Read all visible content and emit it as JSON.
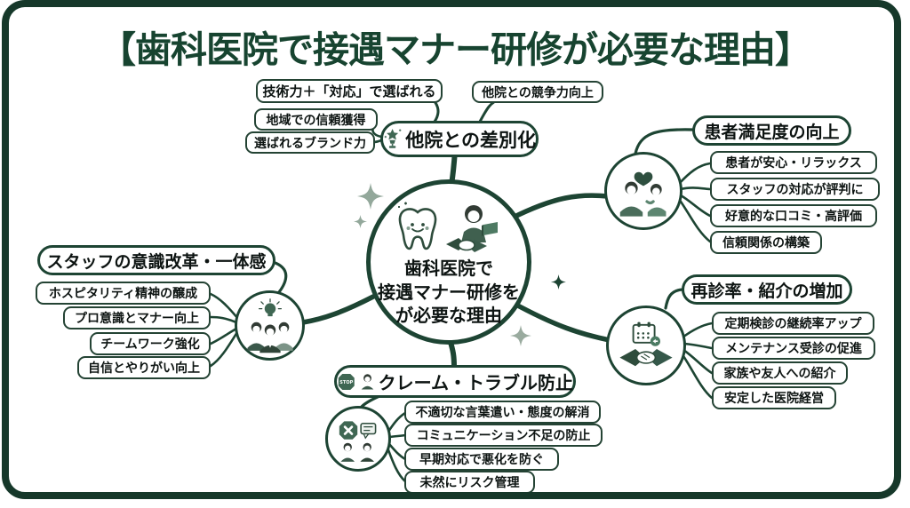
{
  "title": "【歯科医院で接遇マナー研修が必要な理由】",
  "center": {
    "text": [
      "歯科医院で",
      "接遇マナー研修を",
      "が必要な理由"
    ]
  },
  "top": {
    "label": "他院との差別化",
    "items": [
      "技術力＋「対応」で選ばれる",
      "他院との競争力向上",
      "地域での信頼獲得",
      "選ばれるブランド力"
    ]
  },
  "right_top": {
    "label": "患者満足度の向上",
    "items": [
      "患者が安心・リラックス",
      "スタッフの対応が評判に",
      "好意的な口コミ・高評価",
      "信頼関係の構築"
    ]
  },
  "right_bottom": {
    "label": "再診率・紹介の増加",
    "items": [
      "定期検診の継続率アップ",
      "メンテナンス受診の促進",
      "家族や友人への紹介",
      "安定した医院経営"
    ]
  },
  "left": {
    "label": "スタッフの意識改革・一体感",
    "items": [
      "ホスピタリティ精神の醸成",
      "プロ意識とマナー向上",
      "チームワーク強化",
      "自信とやりがい向上"
    ]
  },
  "bottom": {
    "label": "クレーム・トラブル防止",
    "stop_text": "STOP",
    "items": [
      "不適切な言葉遣い・態度の解消",
      "コミュニケーション不足の防止",
      "早期対応で悪化を防ぐ",
      "未然にリスク管理"
    ]
  },
  "icons": {
    "center": [
      "tooth-smile-icon",
      "receptionist-handshake-icon"
    ],
    "top_node": "trophy-star-icon",
    "right_top_circle": "patients-heart-icon",
    "right_bottom_circle": "calendar-handshake-icon",
    "left_circle": "team-lightbulb-icon",
    "bottom_circle": "stop-chat-people-icon",
    "bottom_node": [
      "stop-sign-icon",
      "person-icon"
    ],
    "decor": "sparkle-icon"
  },
  "colors": {
    "frame": "#16382a",
    "line": "#1d4533",
    "title": "#174430",
    "icon_green": "#3f6753",
    "sparkle_gray": "#93a89b"
  }
}
